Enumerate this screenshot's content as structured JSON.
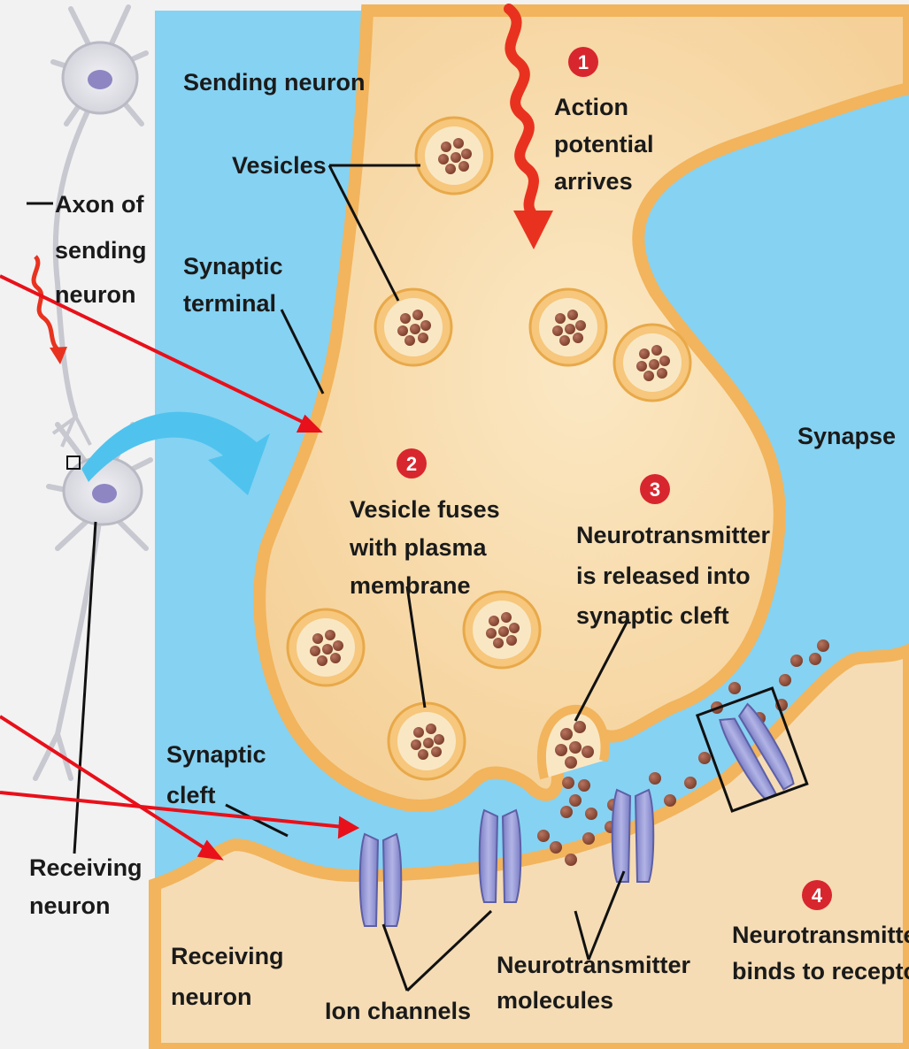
{
  "labels": {
    "sending_neuron": "Sending neuron",
    "vesicles": "Vesicles",
    "axon": [
      "Axon of",
      "sending",
      "neuron"
    ],
    "synaptic_terminal": [
      "Synaptic",
      "terminal"
    ],
    "step1_number": "1",
    "step1_text": [
      "Action",
      "potential",
      "arrives"
    ],
    "synapse": "Synapse",
    "step2_number": "2",
    "step2_text": [
      "Vesicle fuses",
      "with plasma",
      "membrane"
    ],
    "step3_number": "3",
    "step3_text": [
      "Neurotransmitter",
      "is released into",
      "synaptic cleft"
    ],
    "synaptic_cleft": [
      "Synaptic",
      "cleft"
    ],
    "receiving_neuron_left": [
      "Receiving",
      "neuron"
    ],
    "receiving_neuron_bottom": [
      "Receiving",
      "neuron"
    ],
    "ion_channels": "Ion channels",
    "nt_molecules": [
      "Neurotransmitter",
      "molecules"
    ],
    "step4_number": "4",
    "step4_text": [
      "Neurotransmitter",
      "binds to receptor"
    ]
  },
  "colors": {
    "cleft_blue": "#86d2f2",
    "terminal_fill": "#f7d9a4",
    "terminal_edge": "#f2b45c",
    "receiving_fill": "#f5dcb4",
    "vesicle_outer": "#f6c77c",
    "vesicle_inner": "#f9e7c4",
    "molecule": "#8b4a35",
    "channel": "#9597d6",
    "red_arrow": "#e8321f",
    "red_line": "#e8101a",
    "step_badge": "#d8262e",
    "neuron_cell": "#dcdde2",
    "neuron_nucleus": "#8e86c2"
  }
}
